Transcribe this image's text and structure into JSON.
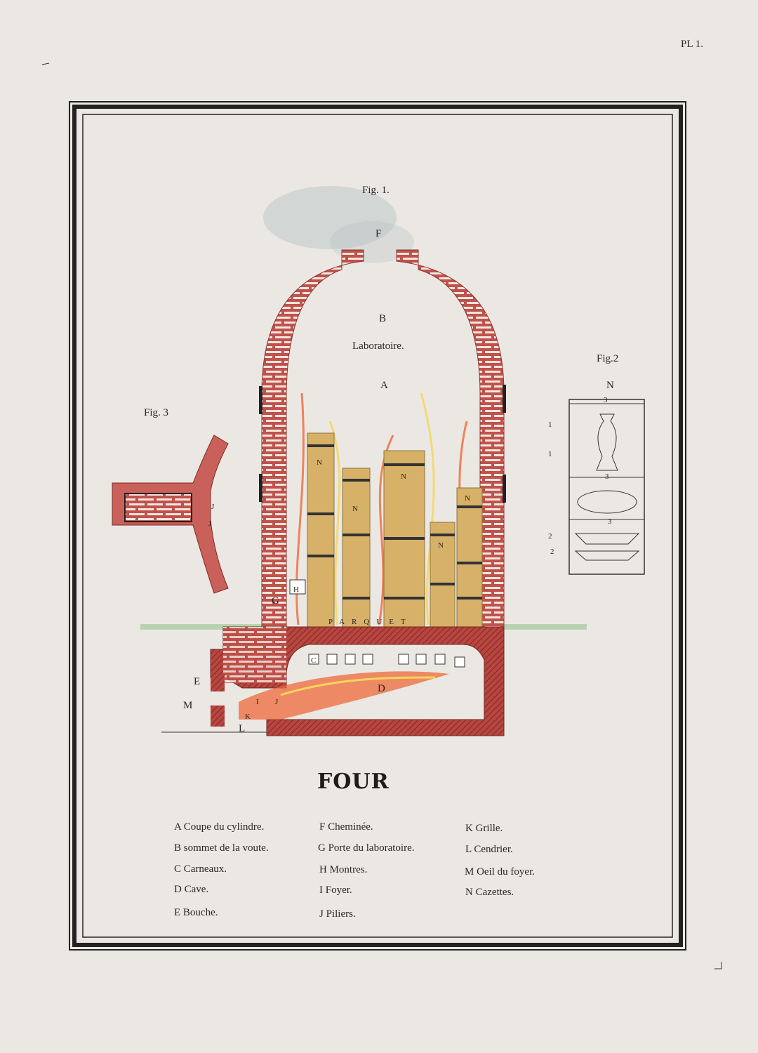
{
  "plate_number": "PL 1.",
  "figures": {
    "fig1": {
      "title": "Fig. 1.",
      "labels": {
        "F": "F",
        "B": "B",
        "laboratoire": "Laboratoire.",
        "A": "A",
        "G": "G",
        "H": "H",
        "parquet": "PARQUET",
        "D": "D",
        "E": "E",
        "M": "M",
        "I": "I",
        "J": "J",
        "K": "K",
        "L": "L",
        "C": "C",
        "N": "N"
      }
    },
    "fig2": {
      "title": "Fig.2",
      "top_label": "N",
      "numbers": [
        "3",
        "1",
        "1",
        "3",
        "3",
        "2",
        "2"
      ]
    },
    "fig3": {
      "title": "Fig. 3",
      "labels": [
        "J",
        "J"
      ]
    }
  },
  "plate_title": "FOUR",
  "legend": [
    {
      "key": "A",
      "text": "Coupe du cylindre."
    },
    {
      "key": "B",
      "text": "sommet de la voute."
    },
    {
      "key": "C",
      "text": "Carneaux."
    },
    {
      "key": "D",
      "text": "Cave."
    },
    {
      "key": "E",
      "text": "Bouche."
    },
    {
      "key": "F",
      "text": "Cheminée."
    },
    {
      "key": "G",
      "text": "Porte du laboratoire."
    },
    {
      "key": "H",
      "text": "Montres."
    },
    {
      "key": "I",
      "text": "Foyer."
    },
    {
      "key": "J",
      "text": "Piliers."
    },
    {
      "key": "K",
      "text": "Grille."
    },
    {
      "key": "L",
      "text": "Cendrier."
    },
    {
      "key": "M",
      "text": "Oeil du foyer."
    },
    {
      "key": "N",
      "text": "Cazettes."
    }
  ],
  "colors": {
    "brick": "#c0524b",
    "mortar": "#f4e6e0",
    "cazette": "#d8b168",
    "flame": "#ee6a3a",
    "flame_light": "#f6d65a",
    "smoke": "#b9c4c6",
    "ground": "#b9d3b2"
  }
}
